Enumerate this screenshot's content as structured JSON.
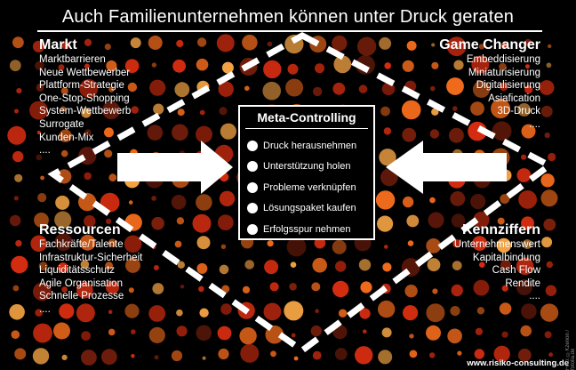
{
  "title": "Auch Familienunternehmen können unter Druck geraten",
  "sections": {
    "markt": {
      "heading": "Markt",
      "items": [
        "Marktbarrieren",
        "Neue Wettbewerber",
        "Plattform-Strategie",
        "One-Stop-Shopping",
        "System-Wettbewerb",
        "Surrogate",
        "Kunden-Mix",
        "...."
      ]
    },
    "game_changer": {
      "heading": "Game Changer",
      "items": [
        "Embeddisierung",
        "Miniaturisierung",
        "Digitalisierung",
        "Asiafication",
        "3D-Druck",
        "...."
      ]
    },
    "ressourcen": {
      "heading": "Ressourcen",
      "items": [
        "Fachkräfte/Talente",
        "Infrastruktur-Sicherheit",
        "Liquiditätsschutz",
        "Agile Organisation",
        "Schnelle Prozesse",
        "...."
      ]
    },
    "kennziffern": {
      "heading": "Kennziffern",
      "items": [
        "Unternehmenswert",
        "Kapitalbindung",
        "Cash Flow",
        "Rendite",
        "...."
      ]
    }
  },
  "center": {
    "title": "Meta-Controlling",
    "items": [
      "Druck herausnehmen",
      "Unterstützung holen",
      "Probleme verknüpfen",
      "Lösungspaket kaufen",
      "Erfolgsspur nehmen"
    ]
  },
  "footer": "www.risiko-consulting.de",
  "credit": "Foto: ©Kzenon / fotolia.de",
  "colors": {
    "background": "#000000",
    "text": "#ffffff",
    "dot_red": "#d72d10",
    "dot_orange": "#f06a1c",
    "dot_amber": "#f6a545",
    "dot_dark": "#7a1f0c"
  }
}
